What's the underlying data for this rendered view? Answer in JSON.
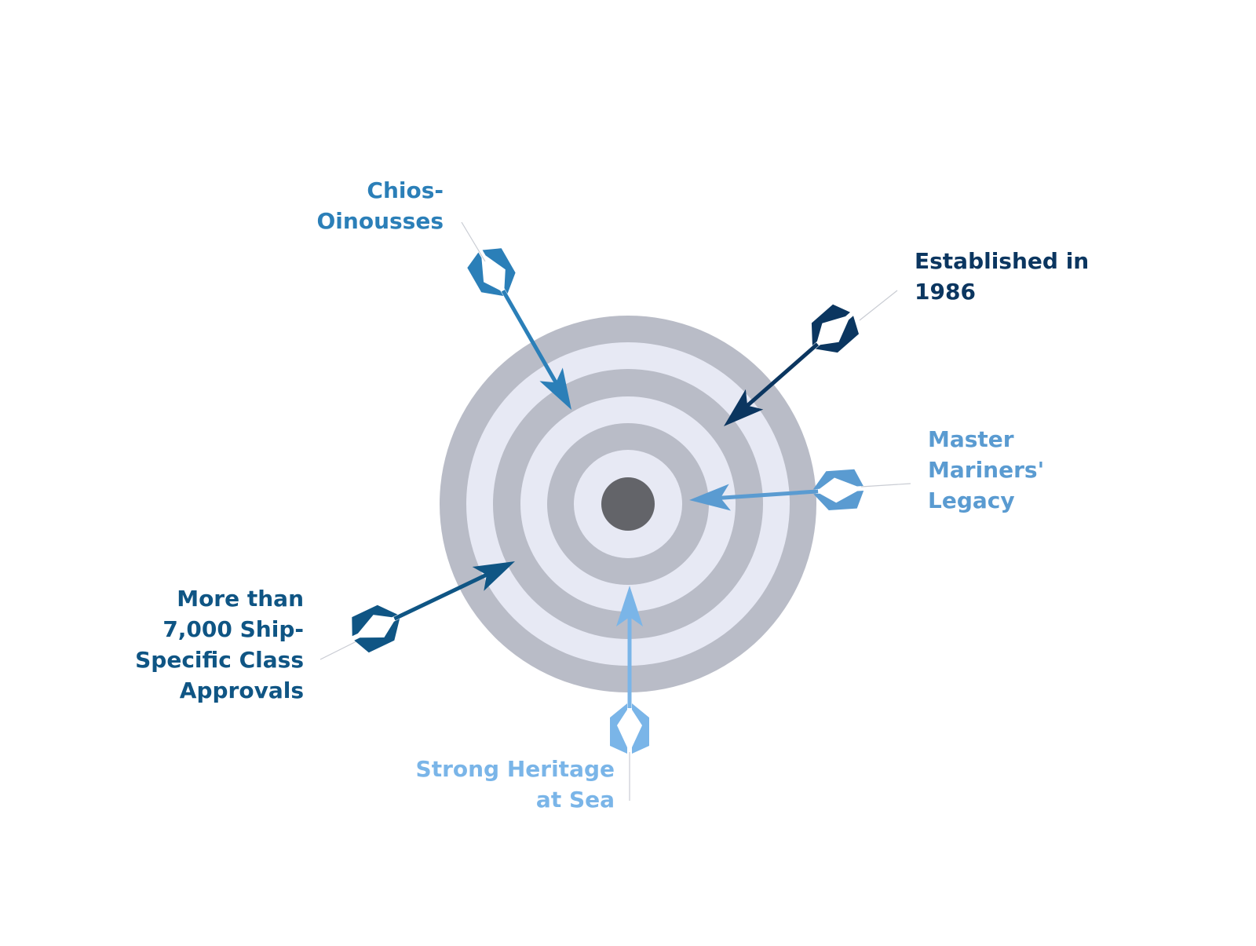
{
  "colors": {
    "ring_dark": "#b9bcc7",
    "ring_light": "#e7e9f4",
    "bullseye": "#636469",
    "leader": "#c9ccd3",
    "arrow_chios": "#2b7fb8",
    "arrow_established": "#0b3660",
    "arrow_master": "#5a9bd1",
    "arrow_approvals": "#0f5584",
    "arrow_heritage": "#7ab5e8"
  },
  "labels": {
    "chios": [
      "Chios-",
      "Oinousses"
    ],
    "established": [
      "Established in",
      "1986"
    ],
    "master": [
      "Master",
      "Mariners'",
      "Legacy"
    ],
    "approvals": [
      "More than",
      "7,000 Ship-",
      "Specific Class",
      "Approvals"
    ],
    "heritage": [
      "Strong Heritage",
      "at Sea"
    ]
  }
}
